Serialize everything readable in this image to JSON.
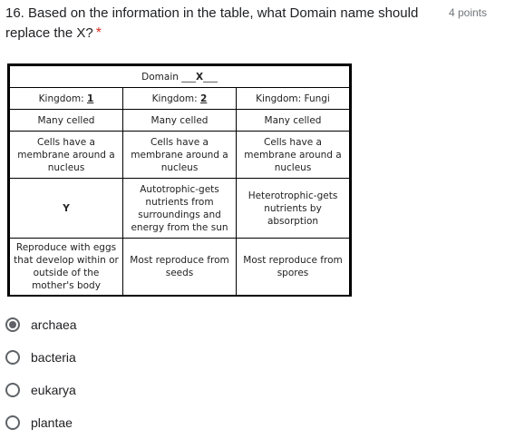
{
  "question": {
    "title": "16. Based on the information in the table, what Domain name should replace the X?",
    "required_mark": "*",
    "points": "4 points"
  },
  "table": {
    "header_prefix": "Domain ___",
    "header_value": "X",
    "header_suffix": "___",
    "kingdom_prefix": "Kingdom: ",
    "kingdoms": [
      "1",
      "2",
      "Fungi"
    ],
    "rows": [
      [
        "Many celled",
        "Many celled",
        "Many celled"
      ],
      [
        "Cells have a membrane around a nucleus",
        "Cells have a membrane around a nucleus",
        "Cells have a membrane around a nucleus"
      ],
      [
        "Y",
        "Autotrophic-gets nutrients from surroundings and energy from the sun",
        "Heterotrophic-gets nutrients by absorption"
      ],
      [
        "Reproduce with eggs that develop within or outside of the mother's body",
        "Most reproduce from seeds",
        "Most reproduce from spores"
      ]
    ]
  },
  "options": [
    {
      "label": "archaea",
      "selected": true
    },
    {
      "label": "bacteria",
      "selected": false
    },
    {
      "label": "eukarya",
      "selected": false
    },
    {
      "label": "plantae",
      "selected": false
    }
  ]
}
